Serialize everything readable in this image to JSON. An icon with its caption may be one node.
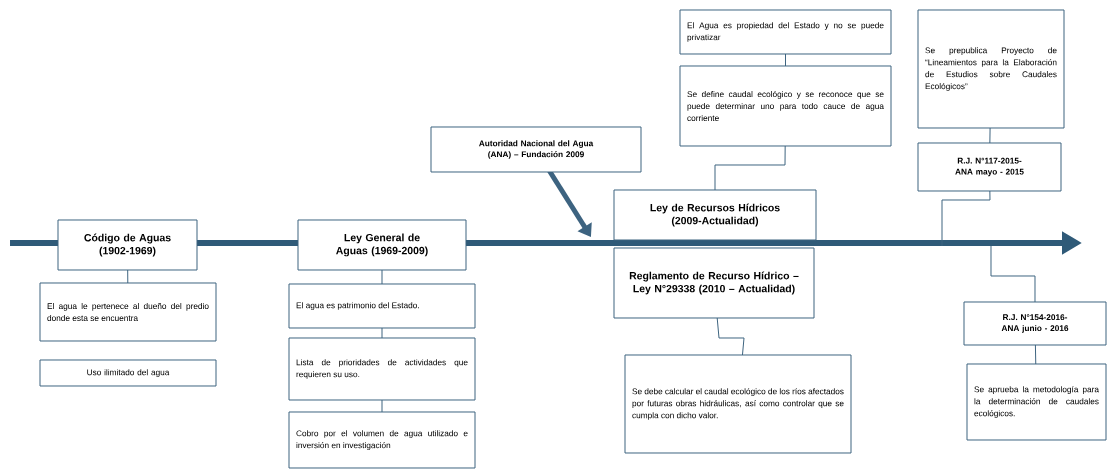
{
  "diagram": {
    "nodes": [
      {
        "text": [
          "Código de Aguas (1902-1969)"
        ]
      },
      {
        "text": [
          "El agua le pertenece al dueño del predio donde esta se encuentra"
        ]
      },
      {
        "text": [
          "Uso ilimitado del agua"
        ]
      },
      {
        "text": [
          "Ley General de Aguas (1969-2009)"
        ]
      },
      {
        "text": [
          "El agua es patrimonio del Estado."
        ]
      },
      {
        "text": [
          "Lista de prioridades de actividades que requieren su uso."
        ]
      },
      {
        "text": [
          "Cobro por el volumen de agua utilizado e inversión en investigación"
        ]
      },
      {
        "text": [
          "Autoridad Nacional del Agua (ANA) – Fundación 2009"
        ]
      },
      {
        "text": [
          "El Agua es propiedad del Estado y no se puede privatizar"
        ]
      },
      {
        "text": [
          "Se define caudal ecológico y se reconoce que se puede determinar uno para todo cauce de agua corriente"
        ]
      },
      {
        "text": [
          "Ley de Recursos Hídricos (2009-Actualidad)"
        ]
      },
      {
        "text": [
          "Reglamento de Recurso Hídrico – Ley N°29338 (2010 – Actualidad)"
        ]
      },
      {
        "text": [
          "Se debe calcular el caudal ecológico de los ríos afectados por futuras obras hidráulicas, así como controlar que se cumpla con dicho valor."
        ]
      },
      {
        "text": [
          "Se prepublica Proyecto de “Lineamientos para la Elaboración de Estudios sobre Caudales Ecológicos”"
        ]
      },
      {
        "text": [
          "R.J. N°117-2015-ANA mayo - 2015"
        ]
      },
      {
        "text": [
          "R.J. N°154-2016-ANA junio - 2016"
        ]
      },
      {
        "text": [
          "Se aprueba la metodología para la determinación de caudales ecológicos."
        ]
      }
    ],
    "edges": [
      {
        "from": 0,
        "to": 1,
        "arrow": "none"
      },
      {
        "from": 3,
        "to": 4,
        "arrow": "none"
      },
      {
        "from": 4,
        "to": 5,
        "arrow": "none"
      },
      {
        "from": 5,
        "to": 6,
        "arrow": "none"
      },
      {
        "from": 7,
        "to": null,
        "arrow": "to",
        "style": "thick"
      },
      {
        "from": 10,
        "to": 9,
        "arrow": "none"
      },
      {
        "from": 9,
        "to": 8,
        "arrow": "none"
      },
      {
        "from": 11,
        "to": 12,
        "arrow": "none"
      },
      {
        "from": null,
        "to": 14,
        "arrow": "none"
      },
      {
        "from": 14,
        "to": 13,
        "arrow": "none"
      },
      {
        "from": null,
        "to": 15,
        "arrow": "none"
      },
      {
        "from": 15,
        "to": 16,
        "arrow": "none"
      }
    ]
  }
}
